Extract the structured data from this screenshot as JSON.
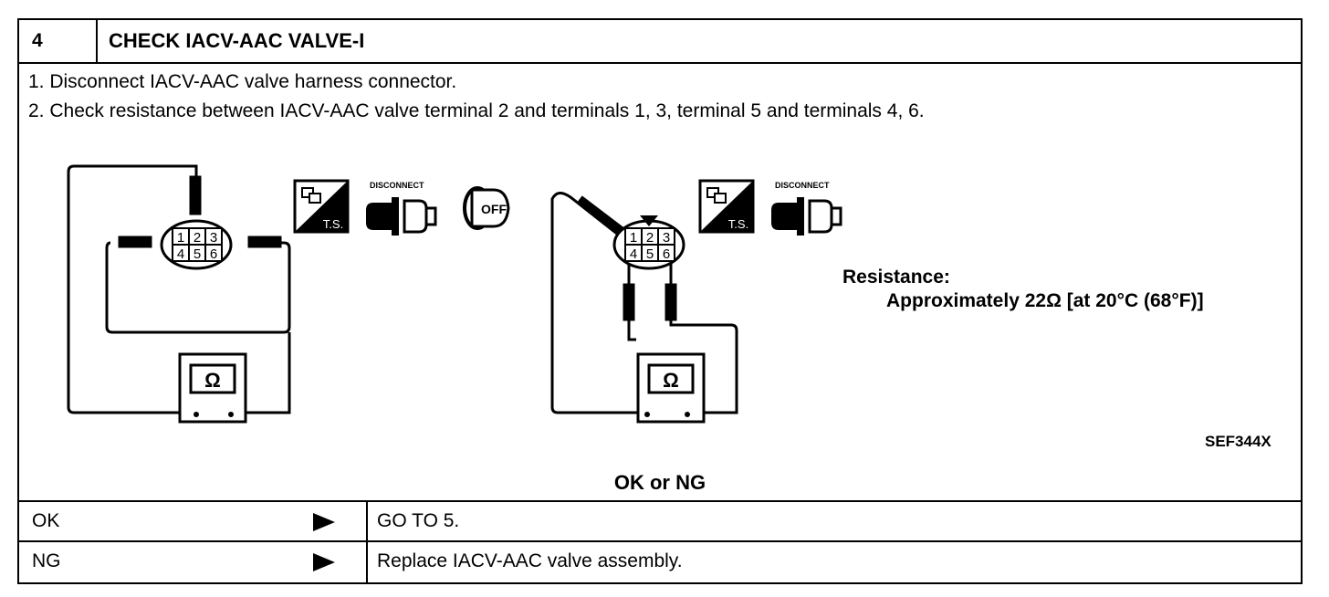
{
  "header": {
    "number": "4",
    "title": "CHECK IACV-AAC VALVE-I"
  },
  "steps": [
    "1.  Disconnect IACV-AAC valve harness connector.",
    "2.  Check resistance between IACV-AAC valve terminal 2 and terminals 1, 3, terminal 5 and terminals 4, 6."
  ],
  "diagram": {
    "connector_terminals": [
      "1",
      "2",
      "3",
      "4",
      "5",
      "6"
    ],
    "meter_symbol": "Ω",
    "ts_label": "T.S.",
    "disconnect_label": "DISCONNECT",
    "off_label": "OFF",
    "resistance_label": "Resistance:",
    "resistance_value": "Approximately 22Ω [at 20°C (68°F)]",
    "figure_code": "SEF344X"
  },
  "result_title": "OK or NG",
  "results": [
    {
      "label": "OK",
      "action": "GO TO 5."
    },
    {
      "label": "NG",
      "action": "Replace IACV-AAC valve assembly."
    }
  ]
}
